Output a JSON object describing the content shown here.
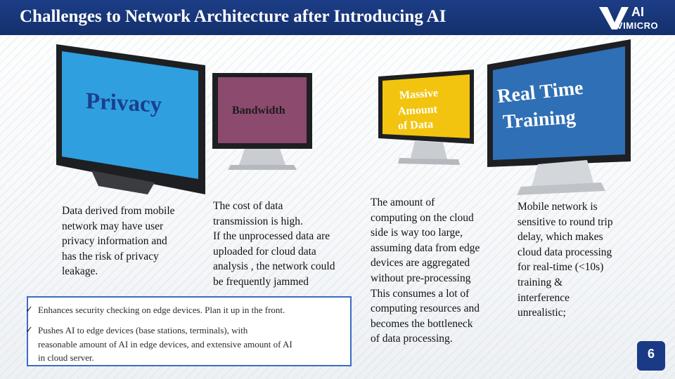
{
  "title": "Challenges to Network Architecture after Introducing AI",
  "logo": {
    "mark": "V",
    "badge": "AI",
    "name": "VIMICRO"
  },
  "monitors": [
    {
      "label": "Privacy",
      "screen_color": "#2f9fe0"
    },
    {
      "label": "Bandwidth",
      "screen_color": "#8b4a6e"
    },
    {
      "label_lines": [
        "Massive",
        "Amount",
        "of Data"
      ],
      "screen_color": "#f2c40f"
    },
    {
      "label_lines": [
        "Real Time",
        "Training"
      ],
      "screen_color": "#2f6fb5"
    }
  ],
  "descriptions": {
    "privacy": [
      "Data derived from mobile",
      "network may have user",
      "privacy information and",
      "has the risk of privacy",
      "leakage."
    ],
    "bandwidth": [
      "The cost of data",
      "transmission is high.",
      "If the unprocessed data are",
      "uploaded for cloud data",
      "analysis , the network could",
      "be frequently jammed"
    ],
    "data": [
      "The amount of",
      "computing on the cloud",
      "side is way too large,",
      "assuming data from edge",
      "devices are aggregated",
      "without pre-processing",
      "This consumes a lot of",
      "computing resources and",
      "becomes the bottleneck",
      "of data processing."
    ],
    "training": [
      "Mobile network is",
      "sensitive to round trip",
      "delay, which makes",
      "cloud data processing",
      "for real-time (<10s)",
      "training &",
      "interference",
      "unrealistic;"
    ]
  },
  "bullets": [
    {
      "check": "✓",
      "lines": [
        "Enhances security checking on edge devices.  Plan it up in the front."
      ]
    },
    {
      "check": "✓",
      "lines": [
        "Pushes AI to edge devices (base stations, terminals), with",
        "reasonable amount of AI in edge devices, and extensive amount of AI",
        "in cloud server."
      ]
    }
  ],
  "page_number": "6"
}
